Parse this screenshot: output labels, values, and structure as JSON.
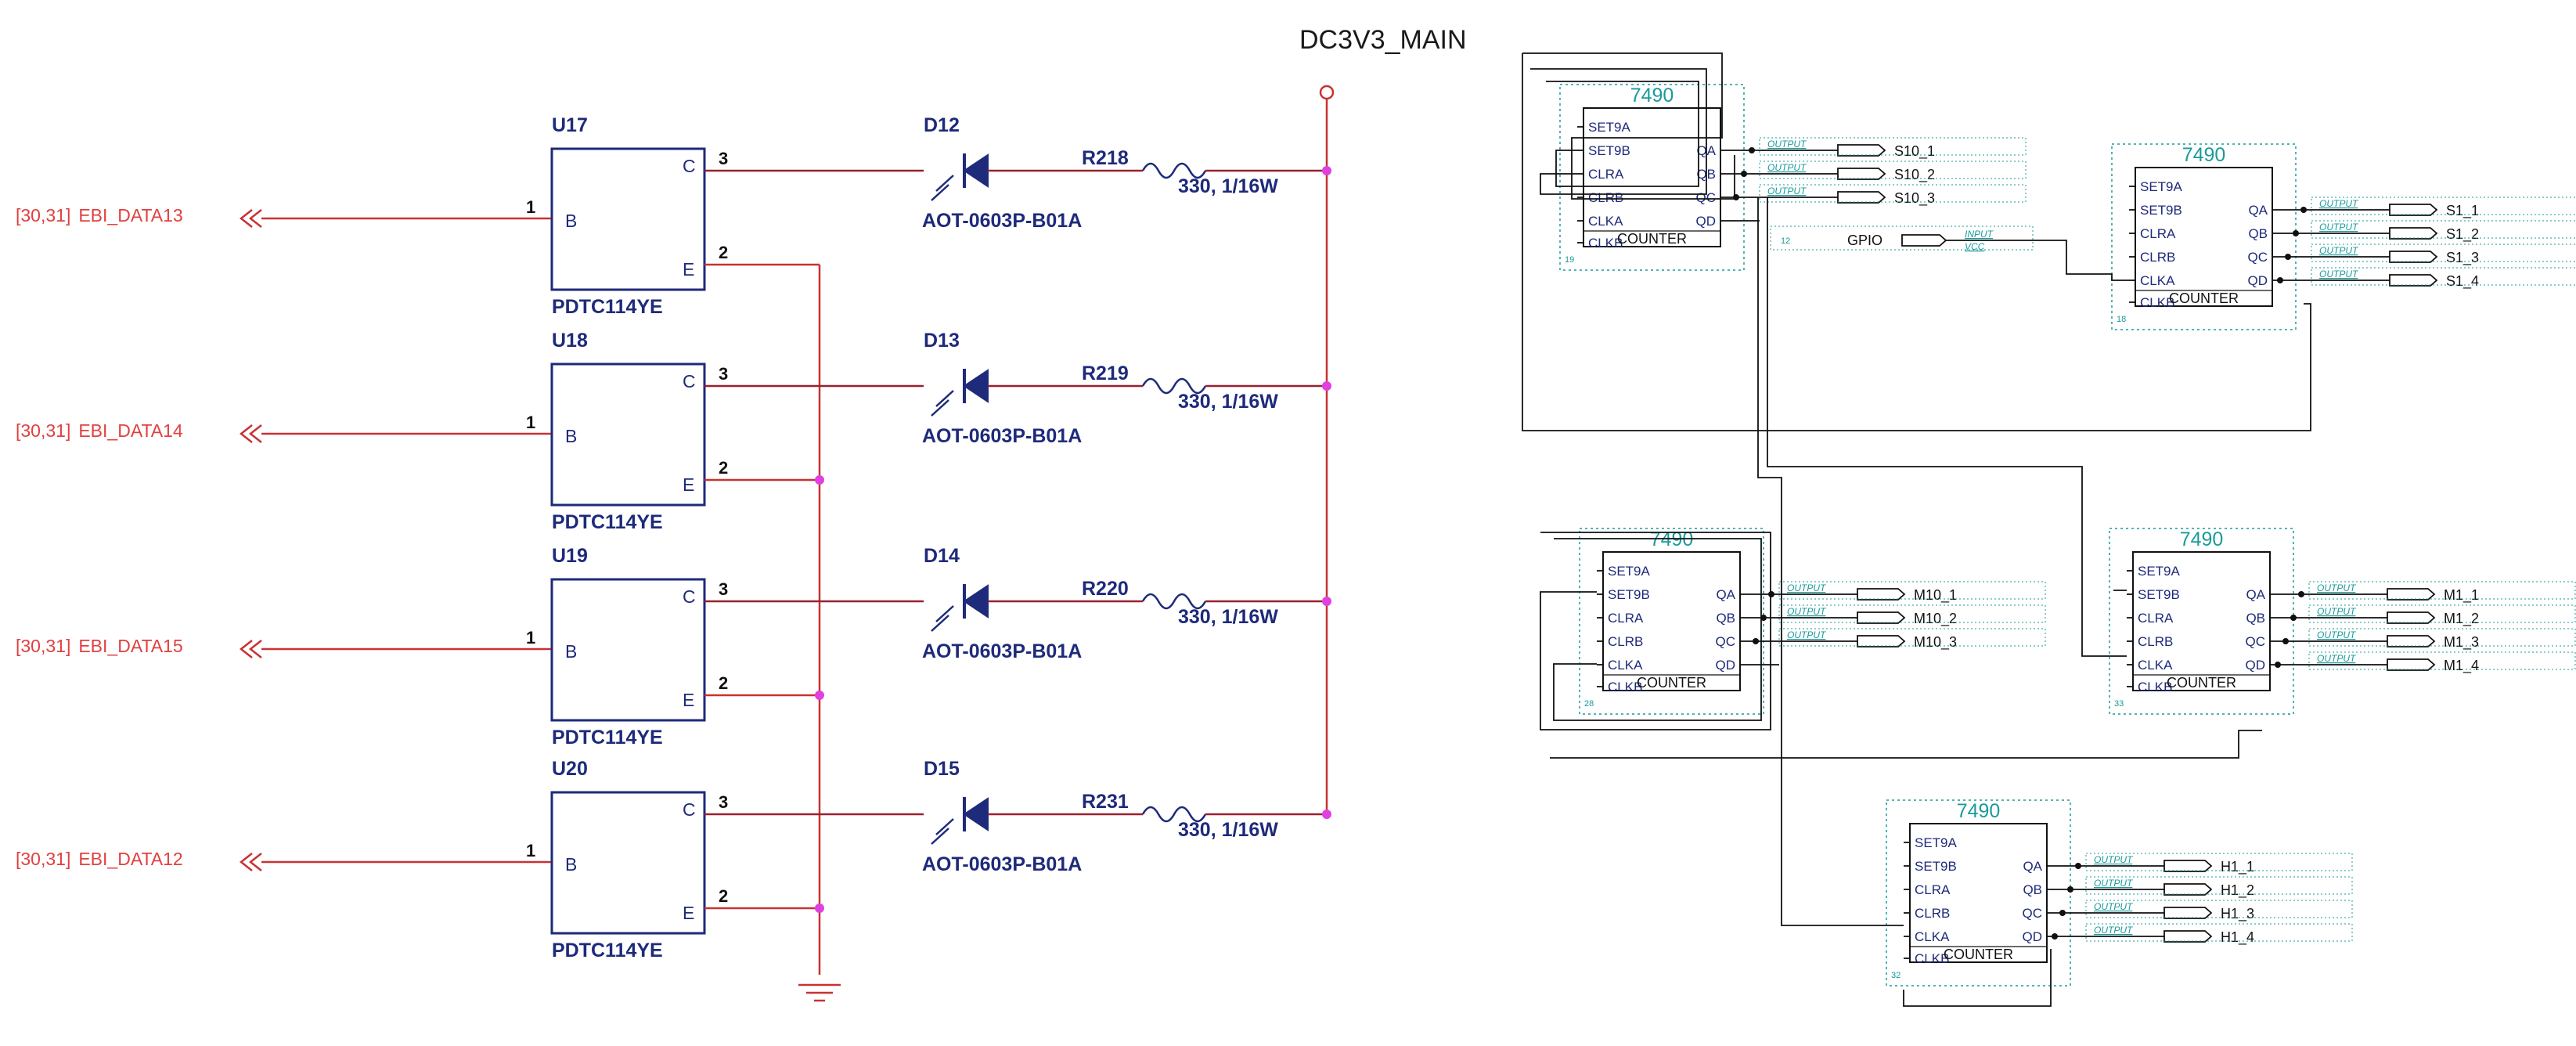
{
  "power_rail": "DC3V3_MAIN",
  "led_channels": [
    {
      "net_prefix": "[30,31]",
      "net": "EBI_DATA13",
      "transistor": "U17",
      "transistor_part": "PDTC114YE",
      "diode": "D12",
      "diode_part": "AOT-0603P-B01A",
      "resistor": "R218",
      "resistor_value": "330, 1/16W",
      "pin_b": "1",
      "pin_c": "3",
      "pin_e": "2",
      "label_b": "B",
      "label_c": "C",
      "label_e": "E"
    },
    {
      "net_prefix": "[30,31]",
      "net": "EBI_DATA14",
      "transistor": "U18",
      "transistor_part": "PDTC114YE",
      "diode": "D13",
      "diode_part": "AOT-0603P-B01A",
      "resistor": "R219",
      "resistor_value": "330, 1/16W",
      "pin_b": "1",
      "pin_c": "3",
      "pin_e": "2",
      "label_b": "B",
      "label_c": "C",
      "label_e": "E"
    },
    {
      "net_prefix": "[30,31]",
      "net": "EBI_DATA15",
      "transistor": "U19",
      "transistor_part": "PDTC114YE",
      "diode": "D14",
      "diode_part": "AOT-0603P-B01A",
      "resistor": "R220",
      "resistor_value": "330, 1/16W",
      "pin_b": "1",
      "pin_c": "3",
      "pin_e": "2",
      "label_b": "B",
      "label_c": "C",
      "label_e": "E"
    },
    {
      "net_prefix": "[30,31]",
      "net": "EBI_DATA12",
      "transistor": "U20",
      "transistor_part": "PDTC114YE",
      "diode": "D15",
      "diode_part": "AOT-0603P-B01A",
      "resistor": "R231",
      "resistor_value": "330, 1/16W",
      "pin_b": "1",
      "pin_c": "3",
      "pin_e": "2",
      "label_b": "B",
      "label_c": "C",
      "label_e": "E"
    }
  ],
  "counter_pins_left": [
    "SET9A",
    "SET9B",
    "CLRA",
    "CLRB",
    "CLKA",
    "CLKB"
  ],
  "counter_pins_right": [
    "QA",
    "QB",
    "QC",
    "QD"
  ],
  "counters": [
    {
      "id": "s10",
      "title": "7490",
      "label": "COUNTER",
      "number": "19",
      "outputs": [
        "S10_1",
        "S10_2",
        "S10_3"
      ]
    },
    {
      "id": "s1",
      "title": "7490",
      "label": "COUNTER",
      "number": "18",
      "outputs": [
        "S1_1",
        "S1_2",
        "S1_3",
        "S1_4"
      ]
    },
    {
      "id": "m10",
      "title": "7490",
      "label": "COUNTER",
      "number": "28",
      "outputs": [
        "M10_1",
        "M10_2",
        "M10_3"
      ]
    },
    {
      "id": "m1",
      "title": "7490",
      "label": "COUNTER",
      "number": "33",
      "outputs": [
        "M1_1",
        "M1_2",
        "M1_3",
        "M1_4"
      ]
    },
    {
      "id": "h1",
      "title": "7490",
      "label": "COUNTER",
      "number": "32",
      "outputs": [
        "H1_1",
        "H1_2",
        "H1_3",
        "H1_4"
      ]
    }
  ],
  "output_tag": "OUTPUT",
  "gpio": {
    "number": "12",
    "name": "GPIO",
    "tag_top": "INPUT",
    "tag_bottom": "VCC"
  }
}
